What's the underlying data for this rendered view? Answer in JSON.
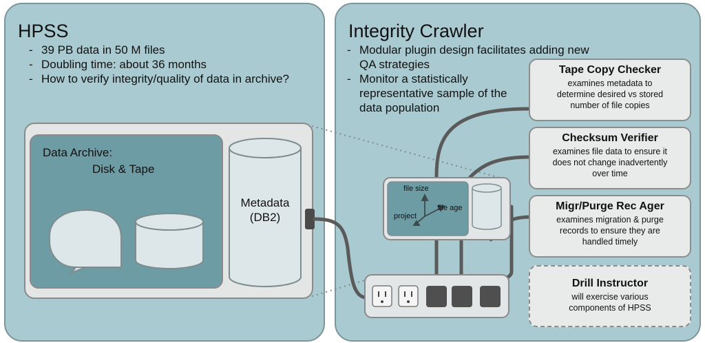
{
  "hpss": {
    "title": "HPSS",
    "bullets": [
      "39 PB data in 50 M files",
      "Doubling time: about 36 months",
      "How to verify integrity/quality of data in archive?"
    ],
    "archive_label_line1": "Data Archive:",
    "archive_label_line2": "Disk & Tape",
    "metadata_label_line1": "Metadata",
    "metadata_label_line2": "(DB2)"
  },
  "crawler": {
    "title": "Integrity Crawler",
    "bullets": [
      "Modular plugin design facilitates adding new QA strategies",
      "Monitor a statistically representative sample of the data population"
    ],
    "axis_labels": {
      "file_size": "file size",
      "file_age": "file age",
      "project": "project"
    },
    "plugins": [
      {
        "title": "Tape Copy Checker",
        "description": "examines metadata to determine desired vs stored number of file copies"
      },
      {
        "title": "Checksum Verifier",
        "description": "examines file data to ensure it does not change inadvertently over time"
      },
      {
        "title": "Migr/Purge Rec Ager",
        "description": "examines migration & purge records to ensure they are handled timely"
      },
      {
        "title": "Drill Instructor",
        "description": "will exercise various components of HPSS"
      }
    ]
  },
  "colors": {
    "panel_bg": "#a9cad0",
    "archive_bg": "#6e9ca4",
    "device_bg": "#e3e6e6",
    "plugin_bg": "#e9eaea",
    "cable": "#5a5a5a"
  }
}
